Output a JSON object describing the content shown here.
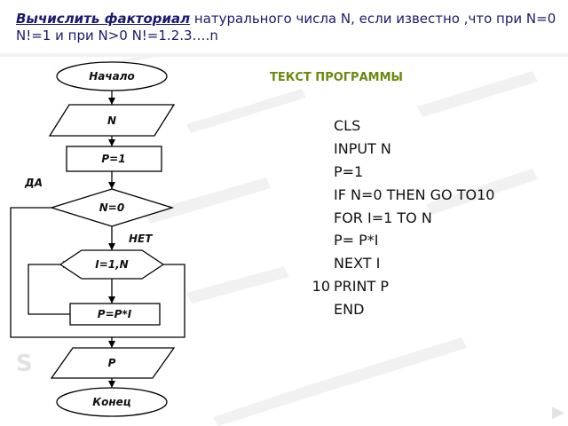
{
  "header": {
    "bold_part": "Вычислить факториал",
    "rest_line1": " натурального числа N, если известно ,что при N=0",
    "line2": "N!=1 и при N>0 N!=1.2.3….n"
  },
  "program_title": "ТЕКСТ ПРОГРАММЫ",
  "code_lines": [
    {
      "num": "",
      "text": "CLS"
    },
    {
      "num": "",
      "text": "INPUT N"
    },
    {
      "num": "",
      "text": "P=1"
    },
    {
      "num": "",
      "text": "IF N=0 THEN GO TO10"
    },
    {
      "num": "",
      "text": "FOR I=1 TO N"
    },
    {
      "num": "",
      "text": "P= P*I"
    },
    {
      "num": "",
      "text": "NEXT I"
    },
    {
      "num": "10",
      "text": "PRINT P"
    },
    {
      "num": "",
      "text": "END"
    }
  ],
  "flowchart": {
    "start": "Начало",
    "input": "N",
    "assign": "P=1",
    "decision": "N=0",
    "yes": "ДА",
    "no": "НЕТ",
    "loop": "I=1,N",
    "body": "P=P*I",
    "output": "P",
    "end": "Конец"
  },
  "colors": {
    "background": "#ffffff",
    "stripe": "#ececec",
    "header_text": "#1a1a70",
    "title_text": "#6a8a10",
    "shape_fill": "#ffffff",
    "shape_stroke": "#000000"
  }
}
